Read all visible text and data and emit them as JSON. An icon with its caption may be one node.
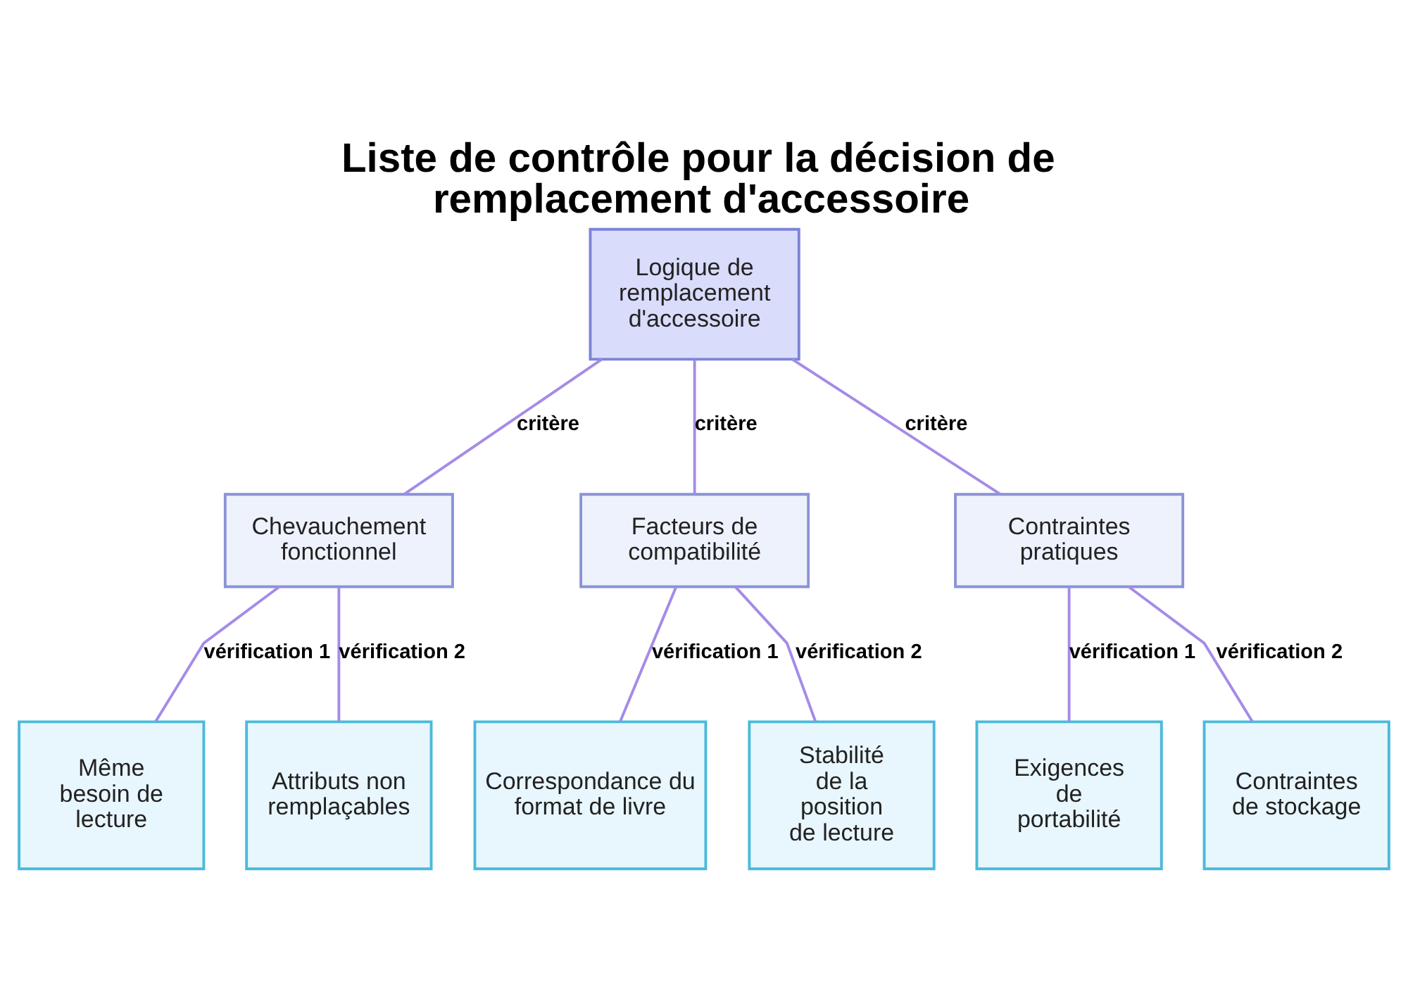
{
  "diagram": {
    "title": "Liste de contrôle pour la décision de remplacement d'accessoire",
    "nodes": [
      {
        "text": [
          "Logique de remplacement d'accessoire"
        ]
      },
      {
        "text": [
          "Chevauchement fonctionnel"
        ]
      },
      {
        "text": [
          "Facteurs de compatibilité"
        ]
      },
      {
        "text": [
          "Contraintes pratiques"
        ]
      },
      {
        "text": [
          "Même besoin de lecture"
        ]
      },
      {
        "text": [
          "Attributs non remplaçables"
        ]
      },
      {
        "text": [
          "Correspondance du format de livre"
        ]
      },
      {
        "text": [
          "Stabilité de la position de lecture"
        ]
      },
      {
        "text": [
          "Exigences de portabilité"
        ]
      },
      {
        "text": [
          "Contraintes de stockage"
        ]
      }
    ],
    "edges": [
      {
        "from": 0,
        "to": 1,
        "arrow": "none",
        "label": "critère"
      },
      {
        "from": 0,
        "to": 2,
        "arrow": "none",
        "label": "critère"
      },
      {
        "from": 0,
        "to": 3,
        "arrow": "none",
        "label": "critère"
      },
      {
        "from": 1,
        "to": 4,
        "arrow": "none",
        "label": "vérification 1"
      },
      {
        "from": 1,
        "to": 5,
        "arrow": "none",
        "label": "vérification 2"
      },
      {
        "from": 2,
        "to": 6,
        "arrow": "none",
        "label": "vérification 1"
      },
      {
        "from": 2,
        "to": 7,
        "arrow": "none",
        "label": "vérification 2"
      },
      {
        "from": 3,
        "to": 8,
        "arrow": "none",
        "label": "vérification 1"
      },
      {
        "from": 3,
        "to": 9,
        "arrow": "none",
        "label": "vérification 2"
      }
    ]
  }
}
